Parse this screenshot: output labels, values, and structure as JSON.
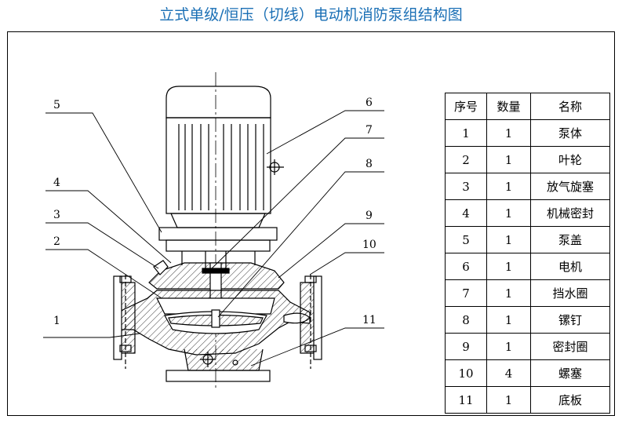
{
  "title": "立式单级/恒压（切线）电动机消防泵组结构图",
  "colors": {
    "title": "#1a6fb5",
    "line": "#000000",
    "section": "#000000"
  },
  "callouts": [
    {
      "number": "1"
    },
    {
      "number": "2"
    },
    {
      "number": "3"
    },
    {
      "number": "4"
    },
    {
      "number": "5"
    },
    {
      "number": "6"
    },
    {
      "number": "7"
    },
    {
      "number": "8"
    },
    {
      "number": "9"
    },
    {
      "number": "10"
    },
    {
      "number": "11"
    }
  ],
  "parts_table": {
    "headers": [
      "序号",
      "数量",
      "名称"
    ],
    "rows": [
      {
        "no": "1",
        "qty": "1",
        "name": "泵体"
      },
      {
        "no": "2",
        "qty": "1",
        "name": "叶轮"
      },
      {
        "no": "3",
        "qty": "1",
        "name": "放气旋塞"
      },
      {
        "no": "4",
        "qty": "1",
        "name": "机械密封"
      },
      {
        "no": "5",
        "qty": "1",
        "name": "泵盖"
      },
      {
        "no": "6",
        "qty": "1",
        "name": "电机"
      },
      {
        "no": "7",
        "qty": "1",
        "name": "挡水圈"
      },
      {
        "no": "8",
        "qty": "1",
        "name": "镙钉"
      },
      {
        "no": "9",
        "qty": "1",
        "name": "密封圈"
      },
      {
        "no": "10",
        "qty": "4",
        "name": "螺塞"
      },
      {
        "no": "11",
        "qty": "1",
        "name": "底板"
      }
    ]
  }
}
